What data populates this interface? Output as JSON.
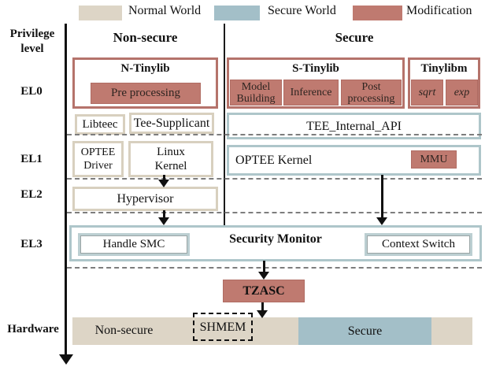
{
  "legend": {
    "items": [
      {
        "label": "Normal World",
        "color": "#ddd5c6"
      },
      {
        "label": "Secure World",
        "color": "#a3bfc8"
      },
      {
        "label": "Modification",
        "color": "#bf7a70"
      }
    ]
  },
  "axis": {
    "title": "Privilege\nlevel",
    "levels": [
      "EL0",
      "EL1",
      "EL2",
      "EL3",
      "Hardware"
    ]
  },
  "headers": {
    "non_secure": "Non-secure",
    "secure": "Secure"
  },
  "el0": {
    "n_tinylib": {
      "title": "N-Tinylib",
      "pre_processing": "Pre processing"
    },
    "s_tinylib": {
      "title": "S-Tinylib",
      "model_building": "Model\nBuilding",
      "inference": "Inference",
      "post_processing": "Post\nprocessing"
    },
    "tinylibm": {
      "title": "Tinylibm",
      "sqrt": "sqrt",
      "exp": "exp"
    },
    "libteec": "Libteec",
    "tee_supplicant": "Tee-Supplicant",
    "tee_internal_api": "TEE_Internal_API"
  },
  "el1": {
    "optee_driver": "OPTEE\nDriver",
    "linux_kernel": "Linux\nKernel",
    "optee_kernel": "OPTEE Kernel",
    "mmu": "MMU"
  },
  "el2": {
    "hypervisor": "Hypervisor"
  },
  "el3": {
    "title": "Security Monitor",
    "handle_smc": "Handle SMC",
    "context_switch": "Context Switch"
  },
  "tzasc": "TZASC",
  "hardware": {
    "non_secure": "Non-secure",
    "shmem": "SHMEM",
    "secure": "Secure"
  }
}
